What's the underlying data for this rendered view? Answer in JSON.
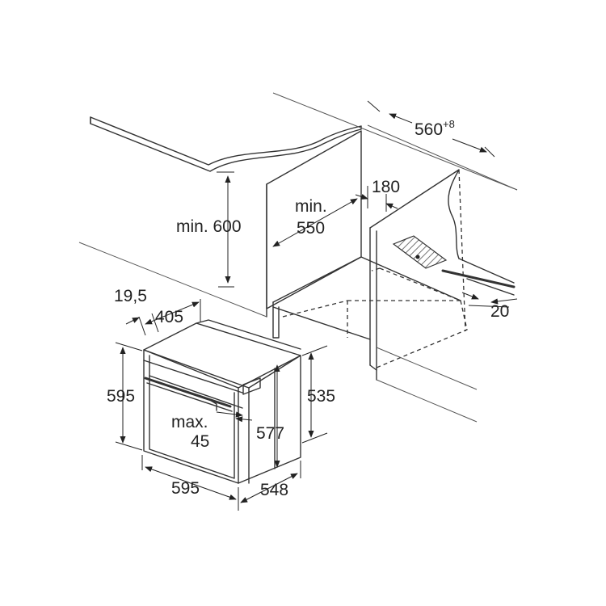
{
  "colors": {
    "line": "#333333",
    "text": "#222222",
    "hatch": "#555555",
    "background": "#ffffff"
  },
  "niche": {
    "min_height": "min. 600",
    "min_depth_1": "min.",
    "min_depth_2": "550",
    "vent_width": "180",
    "width": "560",
    "width_tolerance": "+8",
    "front_gap": "20"
  },
  "oven": {
    "frame_depth": "19,5",
    "inner_width": "405",
    "total_height": "595",
    "body_height": "535",
    "inner_height": "577",
    "width": "595",
    "depth": "548",
    "door_angle_1": "max.",
    "door_angle_2": "45"
  }
}
